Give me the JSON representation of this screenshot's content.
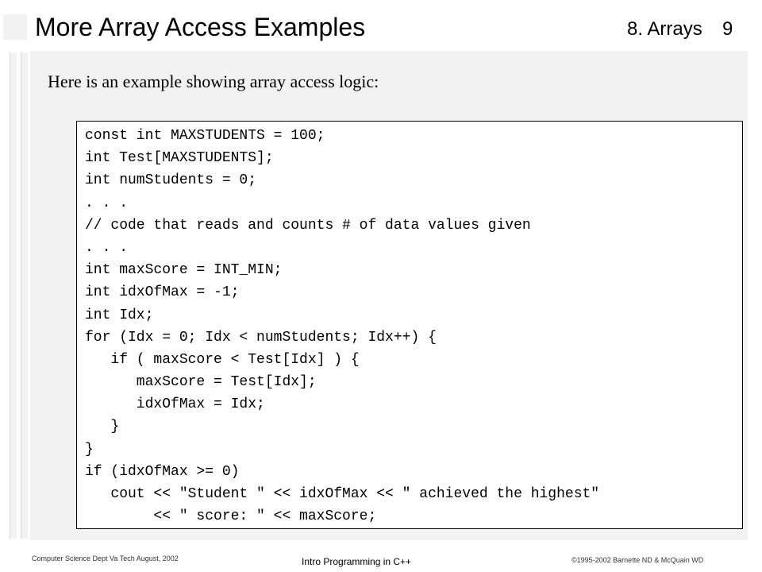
{
  "slide": {
    "title": "More Array Access Examples",
    "chapter": "8. Arrays",
    "page_number": "9",
    "intro": "Here is an example showing array access logic:"
  },
  "code": [
    "const int MAXSTUDENTS = 100;",
    "int Test[MAXSTUDENTS];",
    "int numStudents = 0;",
    ". . .",
    "// code that reads and counts # of data values given",
    ". . .",
    "int maxScore = INT_MIN;",
    "int idxOfMax = -1;",
    "int Idx;",
    "for (Idx = 0; Idx < numStudents; Idx++) {",
    "   if ( maxScore < Test[Idx] ) {",
    "      maxScore = Test[Idx];",
    "      idxOfMax = Idx;",
    "   }",
    "}",
    "if (idxOfMax >= 0)",
    "   cout << \"Student \" << idxOfMax << \" achieved the highest\"",
    "        << \" score: \" << maxScore;"
  ],
  "footer": {
    "left": "Computer Science Dept Va Tech  August, 2002",
    "center": "Intro Programming in C++",
    "right": "©1995-2002  Barnette ND & McQuain WD"
  }
}
